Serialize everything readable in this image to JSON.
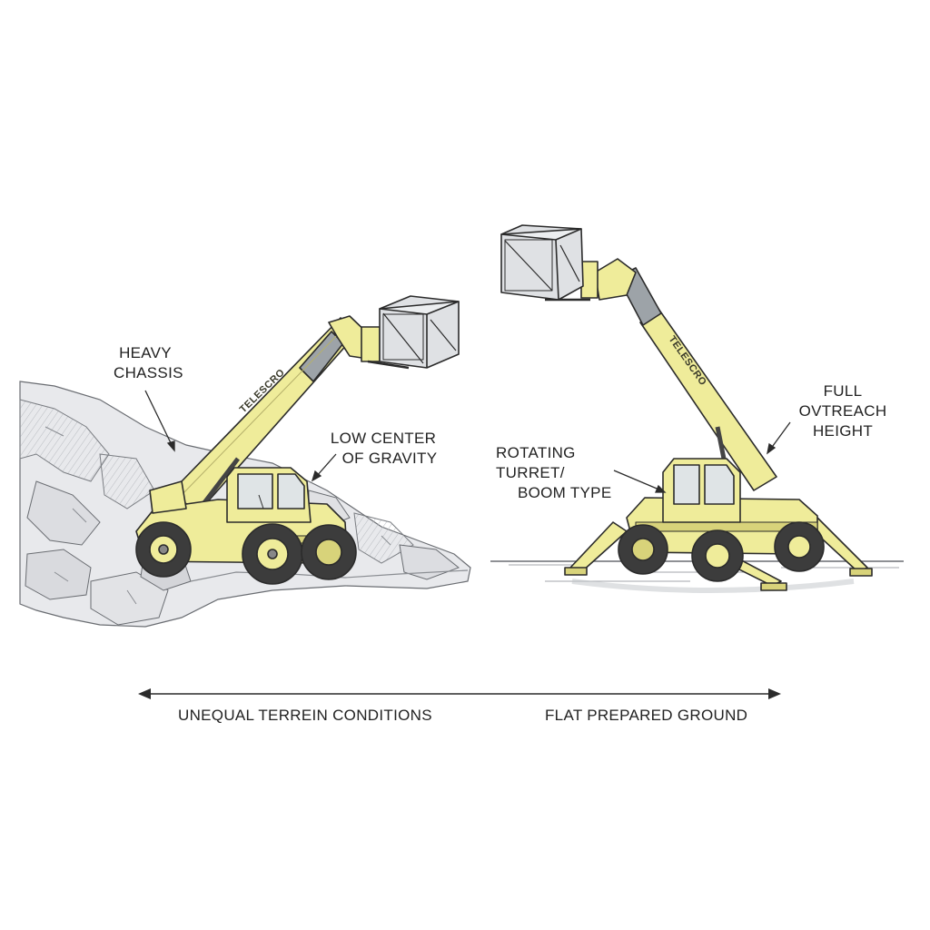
{
  "diagram": {
    "boom_brand": "TELESCRO",
    "left_machine": {
      "label_chassis": [
        "HEAVY",
        "CHASSIS"
      ],
      "label_gravity": [
        "LOW CENTER",
        "OF GRAVITY"
      ]
    },
    "right_machine": {
      "label_turret": [
        "ROTATING TURRET/",
        "BOOM TYPE"
      ],
      "label_outreach": [
        "FULL OVTREACH",
        "HEIGHT"
      ]
    },
    "axis": {
      "left_label": "UNEQUAL TERREIN CONDITIONS",
      "right_label": "FLAT PREPARED GROUND"
    },
    "colors": {
      "machine_yellow": "#efec9a",
      "machine_shade": "#d8d37a",
      "outline": "#2b2b2b",
      "tire": "#3c3c3c",
      "rock": "#e6e7ea",
      "steel": "#9da3a8"
    }
  }
}
